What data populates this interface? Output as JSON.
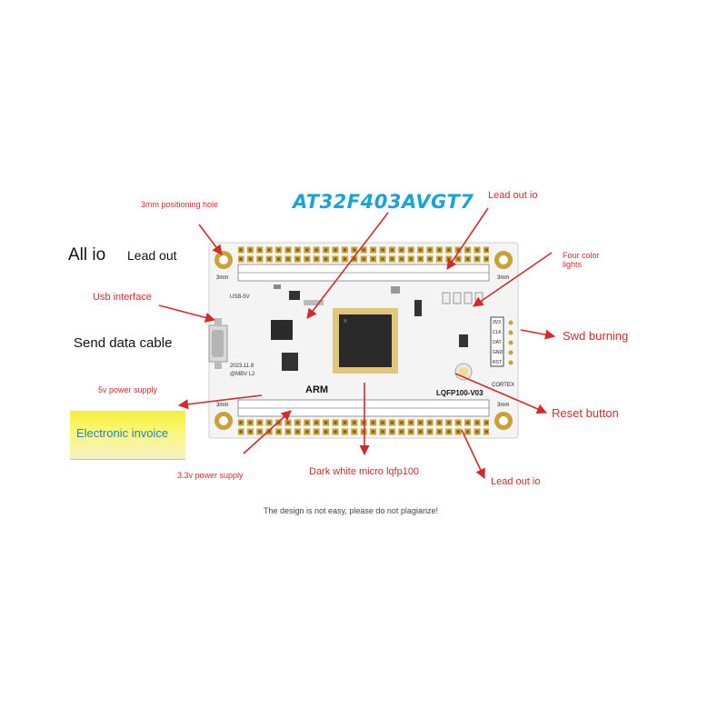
{
  "chip_model": "AT32F403AVGT7",
  "labels": {
    "positioning_hole": "3mm positioning hole",
    "lead_out_io_top": "Lead out io",
    "four_color": "Four color",
    "four_color_2": "lights",
    "all_io": "All io",
    "lead_out": "Lead out",
    "usb_interface": "Usb interface",
    "send_cable": "Send data cable",
    "swd": "Swd burning",
    "power_5v": "5v power supply",
    "reset": "Reset button",
    "invoice": "Electronic invoice",
    "power_33v": "3.3v power supply",
    "micro": "Dark white micro lqfp100",
    "lead_out_io_bottom": "Lead out io",
    "footer": "The design is not easy, please do not plagiarize!"
  },
  "board": {
    "hole_label": "3mm",
    "usb_text": "USB-5V",
    "date_text": "2023.11.8",
    "version_text": "@MBV L2",
    "brand": "ARM",
    "model_text": "LQFP100-V03",
    "cortex_text": "CORTEX",
    "swd_pins": [
      "3V3",
      "CLK",
      "DAT",
      "GND",
      "RST"
    ]
  },
  "colors": {
    "pcb": "#f4f4f4",
    "gold": "#c8a238",
    "arrow": "#d42a2a",
    "title": "#1aa3d9"
  }
}
